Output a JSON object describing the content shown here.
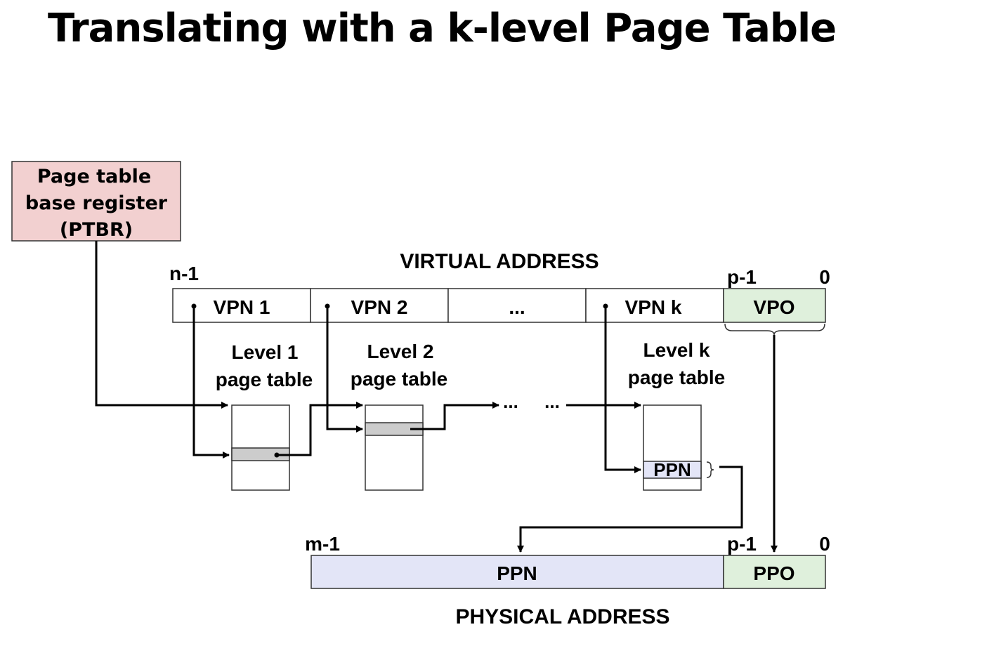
{
  "title": "Translating with a k-level Page Table",
  "ptbr": {
    "line1": "Page table",
    "line2": "base register",
    "line3": "(PTBR)"
  },
  "virtual_address": {
    "label": "VIRTUAL ADDRESS",
    "high_bit": "n-1",
    "vpo_high_bit": "p-1",
    "low_bit": "0",
    "fields": [
      "VPN 1",
      "VPN 2",
      "...",
      "VPN k",
      "VPO"
    ]
  },
  "page_tables": {
    "level1": [
      "Level 1",
      "page table"
    ],
    "level2": [
      "Level 2",
      "page table"
    ],
    "levelk": [
      "Level k",
      "page table"
    ],
    "ellipsis_a": "...",
    "ellipsis_b": "...",
    "ppn_entry": "PPN"
  },
  "physical_address": {
    "label": "PHYSICAL ADDRESS",
    "high_bit": "m-1",
    "ppo_high_bit": "p-1",
    "low_bit": "0",
    "fields": [
      "PPN",
      "PPO"
    ]
  },
  "colors": {
    "ptbr_fill": "#f2d0d0",
    "vpo_fill": "#dff0dc",
    "ppn_fill": "#e3e5f7",
    "entry_fill": "#cccccc"
  }
}
